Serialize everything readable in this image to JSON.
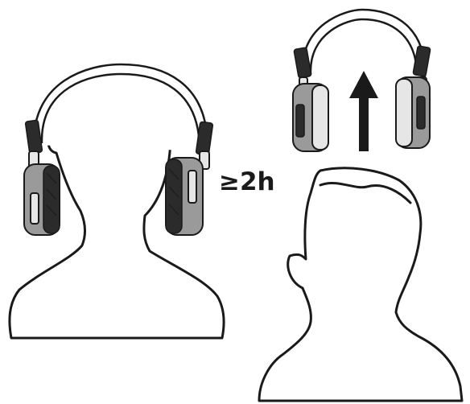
{
  "duration_label": "≥2h",
  "colors": {
    "ink": "#1a1a1a",
    "earcup_dark": "#2b2b2b",
    "earcup_grey": "#9a9a9a",
    "background": "#ffffff"
  },
  "icons": [
    "person-silhouette",
    "over-ear-headphones",
    "up-arrow"
  ]
}
